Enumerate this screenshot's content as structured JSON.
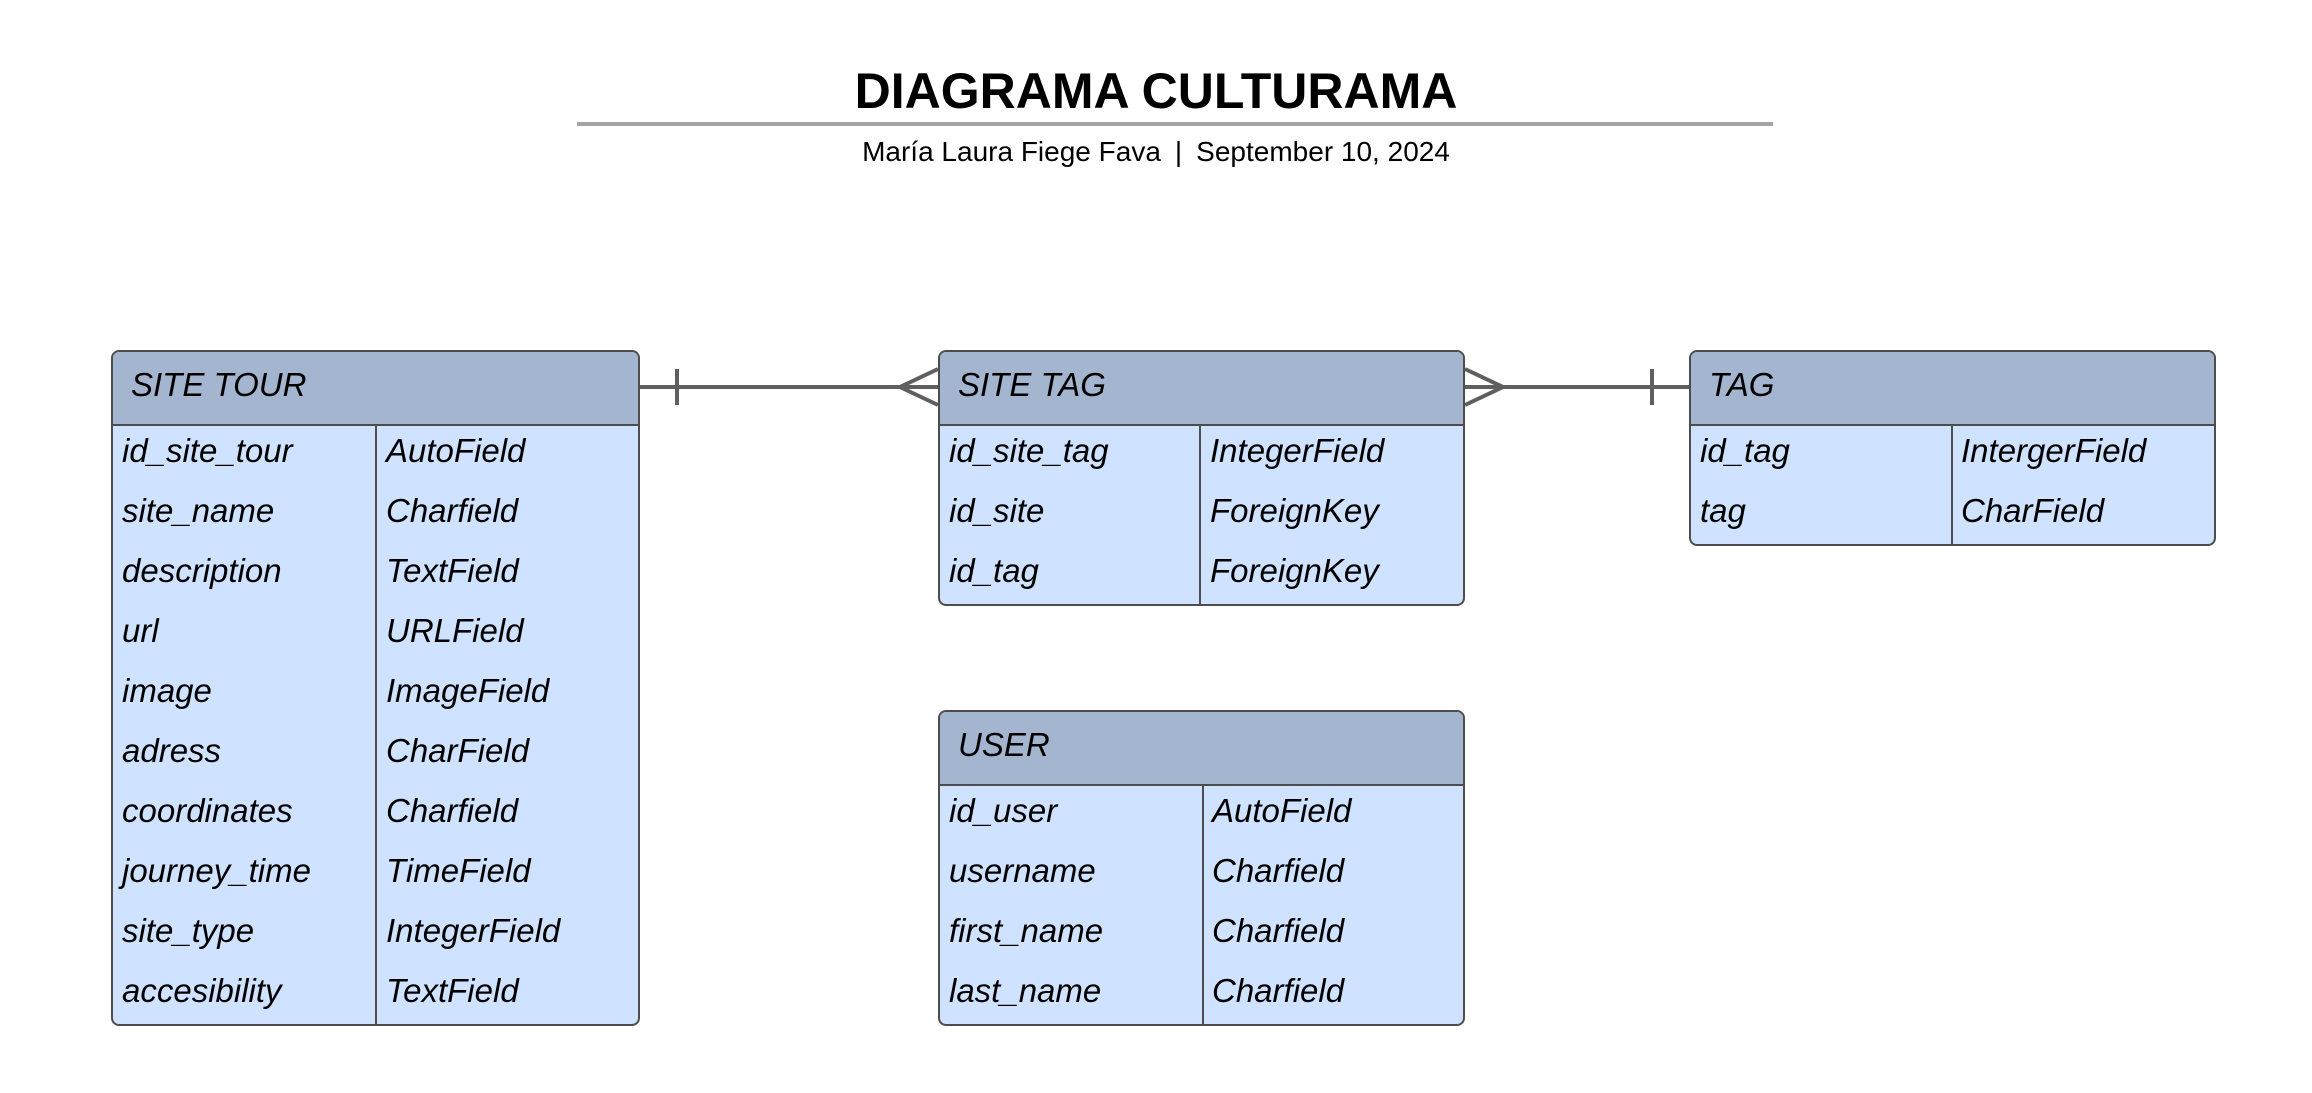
{
  "header": {
    "title": "DIAGRAMA CULTURAMA",
    "author": "María Laura Fiege Fava",
    "separator": "|",
    "date": "September 10, 2024"
  },
  "entities": {
    "site_tour": {
      "name": "SITE TOUR",
      "fields": [
        {
          "name": "id_site_tour",
          "type": "AutoField"
        },
        {
          "name": "site_name",
          "type": "Charfield"
        },
        {
          "name": "description",
          "type": "TextField"
        },
        {
          "name": "url",
          "type": "URLField"
        },
        {
          "name": "image",
          "type": "ImageField"
        },
        {
          "name": "adress",
          "type": "CharField"
        },
        {
          "name": "coordinates",
          "type": "Charfield"
        },
        {
          "name": "journey_time",
          "type": "TimeField"
        },
        {
          "name": "site_type",
          "type": "IntegerField"
        },
        {
          "name": "accesibility",
          "type": "TextField"
        }
      ]
    },
    "site_tag": {
      "name": "SITE TAG",
      "fields": [
        {
          "name": "id_site_tag",
          "type": "IntegerField"
        },
        {
          "name": "id_site",
          "type": "ForeignKey"
        },
        {
          "name": "id_tag",
          "type": "ForeignKey"
        }
      ]
    },
    "tag": {
      "name": "TAG",
      "fields": [
        {
          "name": "id_tag",
          "type": "IntergerField"
        },
        {
          "name": "tag",
          "type": "CharField"
        }
      ]
    },
    "user": {
      "name": "USER",
      "fields": [
        {
          "name": "id_user",
          "type": "AutoField"
        },
        {
          "name": "username",
          "type": "Charfield"
        },
        {
          "name": "first_name",
          "type": "Charfield"
        },
        {
          "name": "last_name",
          "type": "Charfield"
        }
      ]
    }
  },
  "relationships": [
    {
      "from": "SITE TOUR",
      "from_cardinality": "one",
      "to": "SITE TAG",
      "to_cardinality": "many"
    },
    {
      "from": "SITE TAG",
      "from_cardinality": "many",
      "to": "TAG",
      "to_cardinality": "one"
    }
  ],
  "colors": {
    "header_fill": "#a3b5cf",
    "body_fill": "#cfe2ff",
    "border": "#4d4d4d",
    "connector": "#5f5f5f",
    "title_rule": "#a3a6a9"
  }
}
